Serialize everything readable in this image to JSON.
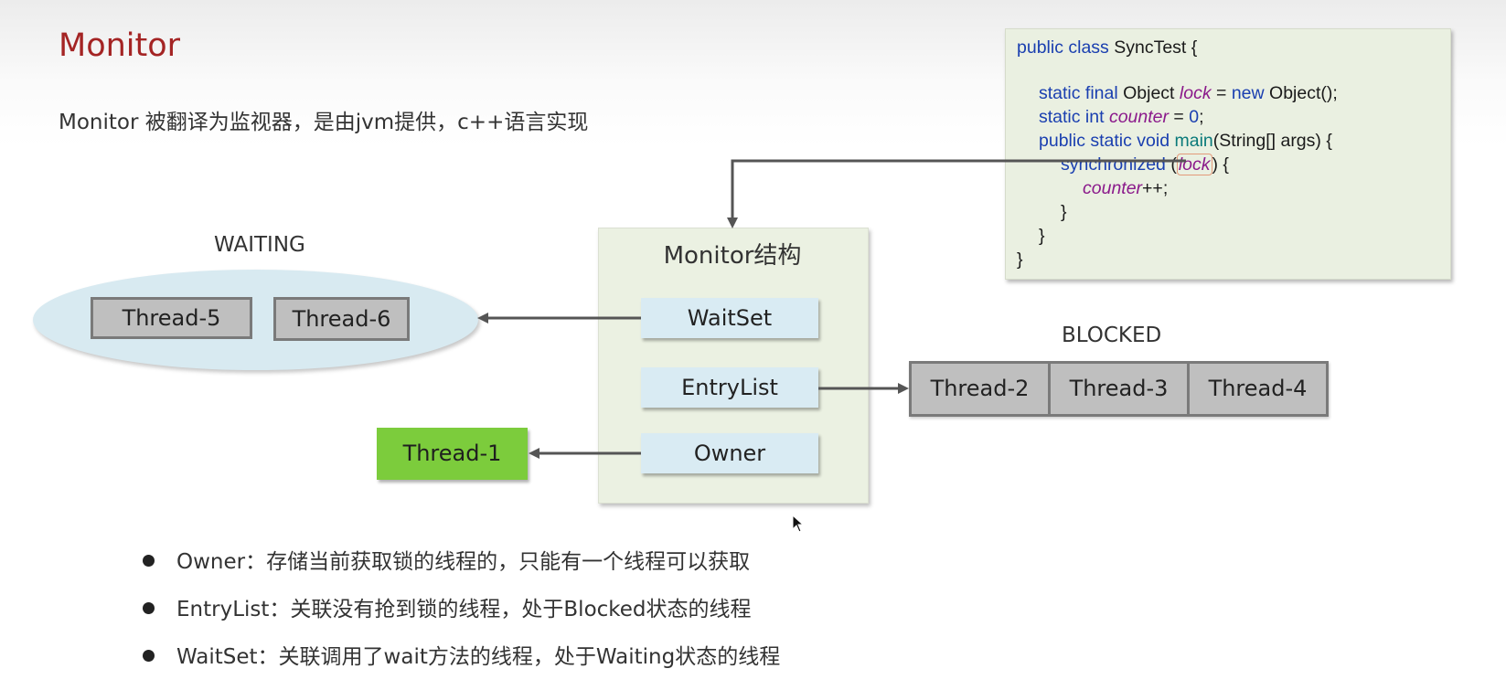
{
  "title": "Monitor",
  "subtitle": "Monitor 被翻译为监视器，是由jvm提供，c++语言实现",
  "code": {
    "l1_a": "public class",
    "l1_b": " SyncTest {",
    "l2_a": "static final",
    "l2_b": " Object ",
    "l2_c": "lock",
    "l2_d": " = ",
    "l2_e": "new",
    "l2_f": " Object();",
    "l3_a": "static int",
    "l3_b": " ",
    "l3_c": "counter",
    "l3_d": " = ",
    "l3_e": "0",
    "l3_f": ";",
    "l4_a": "public static void",
    "l4_b": " ",
    "l4_c": "main",
    "l4_d": "(String[] args) {",
    "l5_a": "synchronized",
    "l5_b": " (",
    "l5_c": "lock",
    "l5_d": ") {",
    "l6_a": "counter",
    "l6_b": "++;",
    "l7": "}",
    "l8": "}",
    "l9": "}"
  },
  "monitor": {
    "title": "Monitor结构",
    "waitset": "WaitSet",
    "entrylist": "EntryList",
    "owner": "Owner"
  },
  "waiting": {
    "label": "WAITING",
    "threads": [
      "Thread-5",
      "Thread-6"
    ]
  },
  "blocked": {
    "label": "BLOCKED",
    "threads": [
      "Thread-2",
      "Thread-3",
      "Thread-4"
    ]
  },
  "owner_thread": "Thread-1",
  "bullets": [
    "Owner：存储当前获取锁的线程的，只能有一个线程可以获取",
    "EntryList：关联没有抢到锁的线程，处于Blocked状态的线程",
    "WaitSet：关联调用了wait方法的线程，处于Waiting状态的线程"
  ],
  "colors": {
    "title": "#a42424",
    "panel_bg": "#ebf1e2",
    "slot_bg": "#d9ebf3",
    "thread_gray": "#bfbfbf",
    "thread_green": "#7ccc3c",
    "arrow": "#555555"
  }
}
